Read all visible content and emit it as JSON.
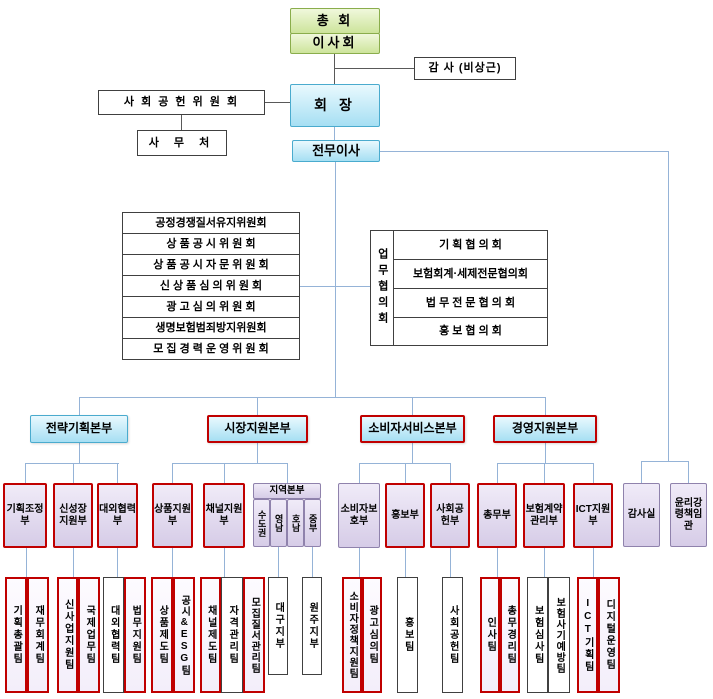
{
  "colors": {
    "accent_red_border": "#c00000",
    "green_fill": "#cde49b",
    "cyan_fill": "#a6dff3",
    "purple_fill": "#d6cce7",
    "connector_blue": "#95b3d7",
    "connector_dark": "#595959"
  },
  "top": {
    "general_meeting": "총 회",
    "board_of_directors": "이사회",
    "auditor": "감 사 (비상근)",
    "chairman": "회 장",
    "social_contribution_committee": "사 회 공 헌 위 원 회",
    "secretariat": "사 무 처",
    "executive_director": "전무이사"
  },
  "committees": [
    "공정경쟁질서유지위원회",
    "상 품 공 시 위 원 회",
    "상 품 공 시 자 문 위 원 회",
    "신 상 품 심 의 위 원 회",
    "광 고 심 의 위 원 회",
    "생명보험범죄방지위원회",
    "모 집 경 력 운 영 위 원 회"
  ],
  "business_councils": {
    "label": "업무협의회",
    "items": [
      "기 획 협 의 회",
      "보험회계·세제전문협의회",
      "법 무 전 문 협 의 회",
      "홍 보 협 의 회"
    ]
  },
  "divisions": [
    "전략기획본부",
    "시장지원본부",
    "소비자서비스본부",
    "경영지원본부"
  ],
  "departments": [
    "기획조정부",
    "신성장지원부",
    "대외협력부",
    "상품지원부",
    "채널지원부",
    "소비자보호부",
    "홍보부",
    "사회공헌부",
    "총무부",
    "보험계약관리부",
    "ICT지원부",
    "감사실",
    "윤리강령책임관"
  ],
  "regional_hq": {
    "label": "지역본부",
    "branches": [
      "수도권",
      "영남",
      "호남",
      "중부"
    ]
  },
  "teams": [
    "기획총괄팀",
    "재무회계팀",
    "신사업지원팀",
    "국제업무팀",
    "대외협력팀",
    "법무지원팀",
    "상품제도팀",
    "공시&ESG팀",
    "채널제도팀",
    "자격관리팀",
    "모집질서관리팀",
    "대구지부",
    "원주지부",
    "소비자정책지원팀",
    "광고심의팀",
    "홍보팀",
    "사회공헌팀",
    "인사팀",
    "총무경리팀",
    "보험심사팀",
    "보험사기예방팀",
    "ICT기획팀",
    "디지털운영팀"
  ]
}
